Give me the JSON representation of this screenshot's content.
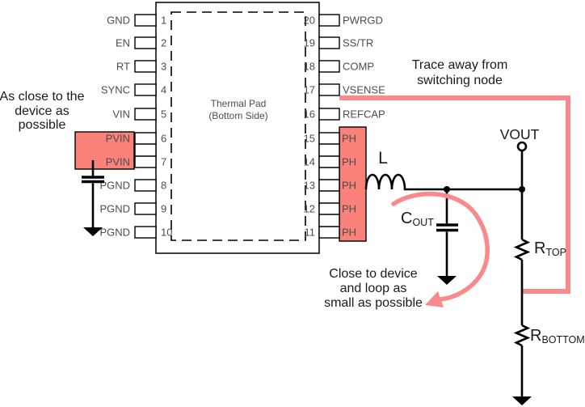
{
  "colors": {
    "highlight_fill": "#FB827B",
    "trace_pink": "#F9898B",
    "wire_black": "#000000",
    "pin_text_gray": "#4D4D4D"
  },
  "ic": {
    "thermal_pad": {
      "line1": "Thermal Pad",
      "line2": "(Bottom Side)"
    },
    "left_pins": [
      {
        "num": "1",
        "label": "GND"
      },
      {
        "num": "2",
        "label": "EN"
      },
      {
        "num": "3",
        "label": "RT"
      },
      {
        "num": "4",
        "label": "SYNC"
      },
      {
        "num": "5",
        "label": "VIN"
      },
      {
        "num": "6",
        "label": "PVIN"
      },
      {
        "num": "7",
        "label": "PVIN"
      },
      {
        "num": "8",
        "label": "PGND"
      },
      {
        "num": "9",
        "label": "PGND"
      },
      {
        "num": "10",
        "label": "PGND"
      }
    ],
    "right_pins": [
      {
        "num": "20",
        "label": "PWRGD"
      },
      {
        "num": "19",
        "label": "SS/TR"
      },
      {
        "num": "18",
        "label": "COMP"
      },
      {
        "num": "17",
        "label": "VSENSE"
      },
      {
        "num": "16",
        "label": "REFCAP"
      },
      {
        "num": "15",
        "label": "PH"
      },
      {
        "num": "14",
        "label": "PH"
      },
      {
        "num": "13",
        "label": "PH"
      },
      {
        "num": "12",
        "label": "PH"
      },
      {
        "num": "11",
        "label": "PH"
      }
    ]
  },
  "components": {
    "inductor": {
      "label": "L"
    },
    "output_cap": {
      "label_main": "C",
      "label_sub": "OUT"
    },
    "r_top": {
      "label_main": "R",
      "label_sub": "TOP"
    },
    "r_bottom": {
      "label_main": "R",
      "label_sub": "BOTTOM"
    },
    "vout": {
      "label": "VOUT"
    }
  },
  "annotations": {
    "input_cap_note": {
      "line1": "As close to the",
      "line2": "device as",
      "line3": "possible"
    },
    "vsense_trace_note": {
      "line1": "Trace away from",
      "line2": "switching node"
    },
    "output_cap_note": {
      "line1": "Close to device",
      "line2": "and loop as",
      "line3": "small as possible"
    }
  }
}
